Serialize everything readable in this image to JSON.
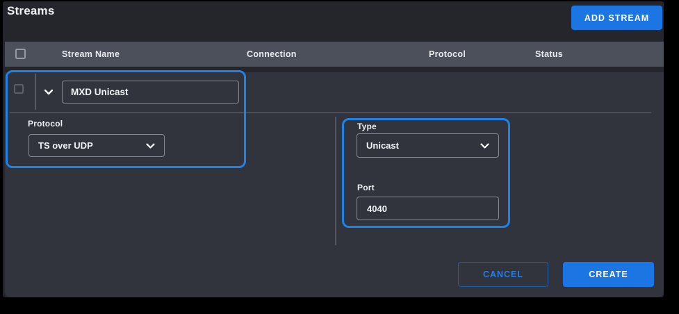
{
  "page": {
    "title": "Streams"
  },
  "toolbar": {
    "add_stream_label": "ADD STREAM"
  },
  "table": {
    "headers": [
      "Stream Name",
      "Connection",
      "Protocol",
      "Status"
    ]
  },
  "row": {
    "name_value": "MXD Unicast"
  },
  "form": {
    "protocol": {
      "label": "Protocol",
      "value": "TS over UDP"
    },
    "type": {
      "label": "Type",
      "value": "Unicast"
    },
    "port": {
      "label": "Port",
      "value": "4040"
    }
  },
  "actions": {
    "cancel_label": "CANCEL",
    "create_label": "CREATE"
  },
  "icons": {
    "expand_toggle": "chevron-down",
    "dropdown": "chevron-down"
  },
  "colors": {
    "accent_blue": "#1b76e3",
    "callout_blue": "#1e83e8",
    "panel_bg": "#24262b",
    "expanded_row_bg": "#31343c",
    "table_header_bg": "#4c505a"
  }
}
